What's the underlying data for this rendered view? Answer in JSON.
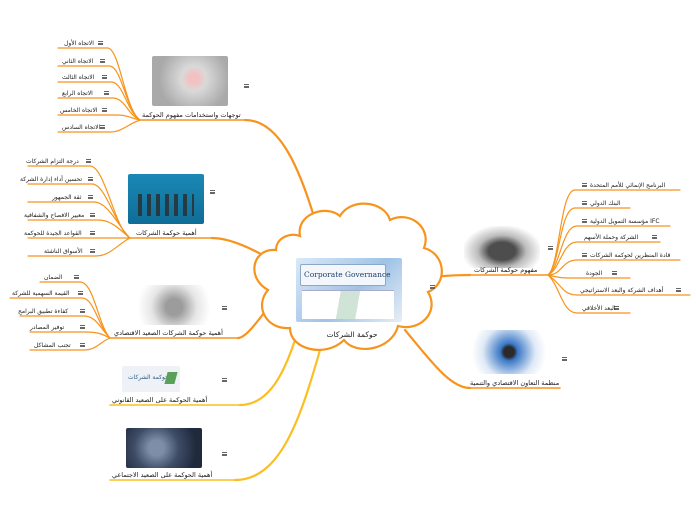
{
  "center": {
    "title": "حوكمة الشركات",
    "image_caption": "Corporate Governance"
  },
  "colors": {
    "orange": "#f7941d",
    "yellow": "#fbbf24"
  },
  "branches": {
    "trends": {
      "label": "توجهات واستخدامات مفهوم الحوكمة",
      "children": [
        "الاتجاه الأول",
        "الاتجاه الثاني",
        "الاتجاه الثالث",
        "الاتجاه الرابع",
        "الاتجاه الخامس",
        "الاتجاه السادس"
      ]
    },
    "importance": {
      "label": "أهمية حوكمة الشركات",
      "children": [
        "درجة التزام الشركات",
        "تحسين أداء إدارة الشركة",
        "ثقة الجمهور",
        "معيير الافصاح والشفافية",
        "القواعد الجيدة للحوكمة",
        "الأسواق الناشئة"
      ]
    },
    "economic": {
      "label": "أهمية حوكمة الشركات الصعيد الاقتصادي",
      "children": [
        "الضمان",
        "القيمة السهمية للشركة",
        "كفاءة تطبيق البرامج",
        "توفير المصادر",
        "تجنب المشاكل"
      ]
    },
    "legal": {
      "label": "أهمية الحوكمة على الصعيد القانوني",
      "image_caption": "حوكمة الشركات"
    },
    "social": {
      "label": "أهمية الحوكمة على الصعيد الاجتماعي"
    },
    "concept": {
      "label": "مفهوم حوكمة الشركات",
      "children": [
        "البرنامج الإنمائي للأمم المتحدة",
        "البنك الدولي",
        "IFC مؤسسة التمويل الدولية",
        "الشركة وحملة الأسهم",
        "قادة المنظرين لحوكمة الشركات",
        "الجودة",
        "أهداف الشركة والبعد الاستراتيجي",
        "البعد الأخلاقي"
      ]
    },
    "oecd": {
      "label": "منظمة التعاون الاقتصادي والتنمية"
    }
  }
}
